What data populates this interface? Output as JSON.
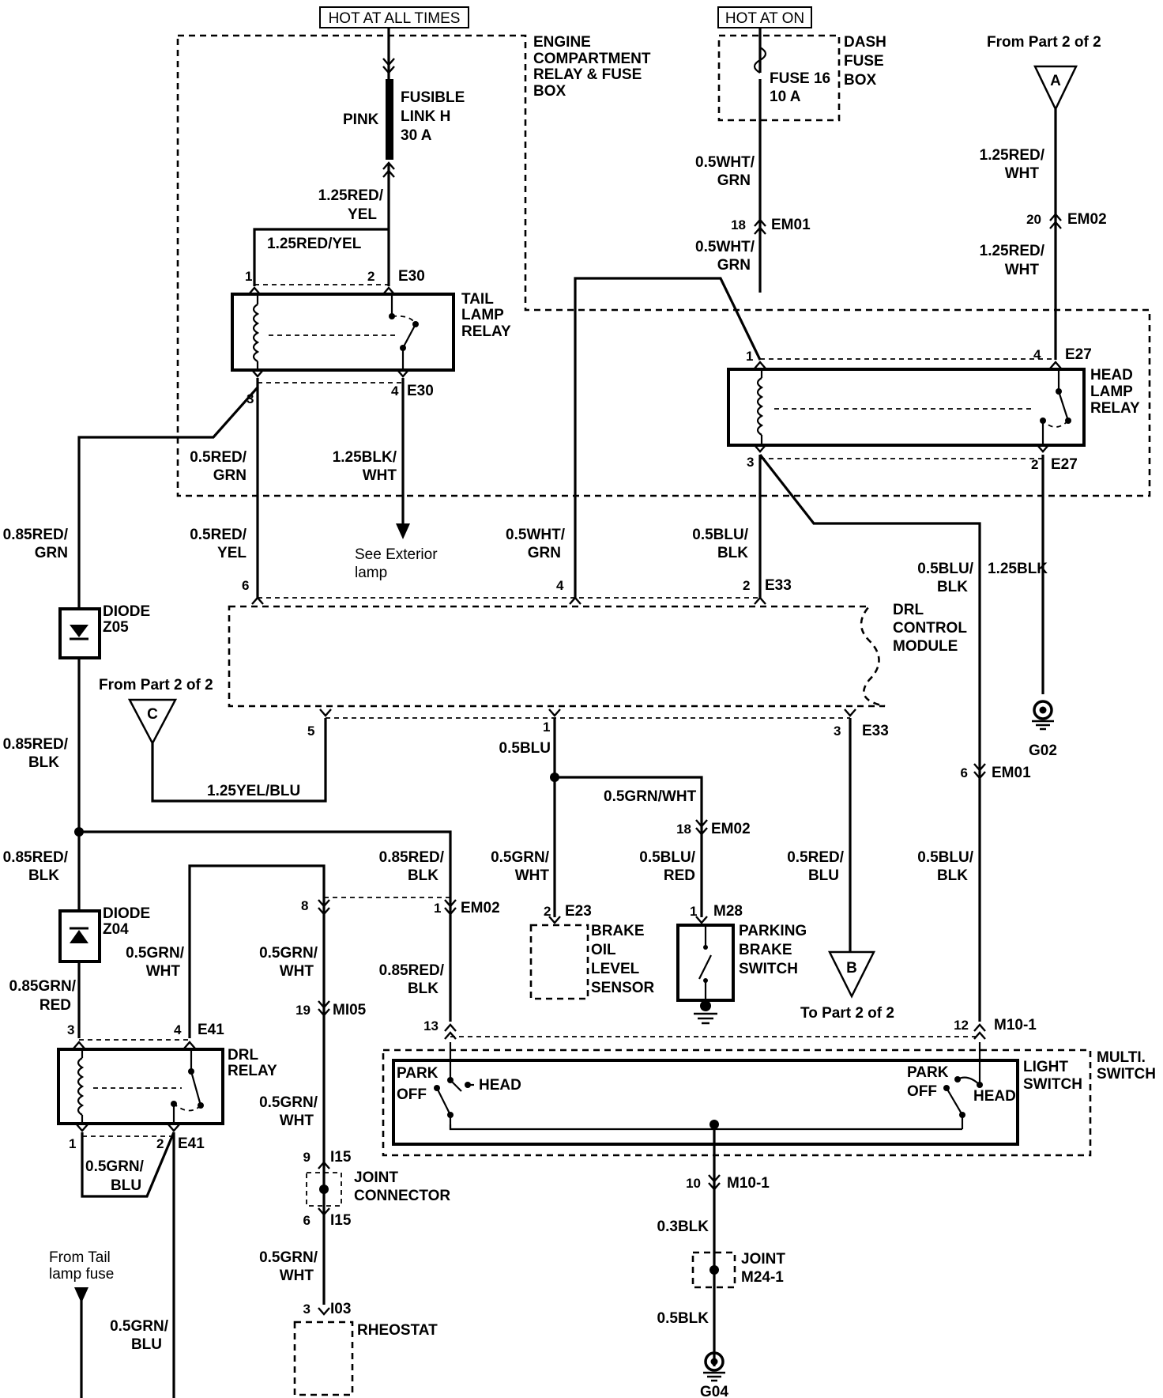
{
  "header": {
    "hot_at_all_times": "HOT AT ALL TIMES",
    "hot_at_on": "HOT AT ON"
  },
  "components": {
    "engine_box": [
      "ENGINE",
      "COMPARTMENT",
      "RELAY & FUSE",
      "BOX"
    ],
    "fusible_link": [
      "FUSIBLE",
      "LINK H",
      "30 A"
    ],
    "pink": "PINK",
    "dash_fuse_box": [
      "DASH",
      "FUSE",
      "BOX"
    ],
    "fuse16": [
      "FUSE 16",
      "10 A"
    ],
    "tail_lamp_relay": [
      "TAIL",
      "LAMP",
      "RELAY"
    ],
    "head_lamp_relay": [
      "HEAD",
      "LAMP",
      "RELAY"
    ],
    "drl_control_module": [
      "DRL",
      "CONTROL",
      "MODULE"
    ],
    "diode_z05": [
      "DIODE",
      "Z05"
    ],
    "diode_z04": [
      "DIODE",
      "Z04"
    ],
    "drl_relay": [
      "DRL",
      "RELAY"
    ],
    "joint_connector": [
      "JOINT",
      "CONNECTOR"
    ],
    "rheostat": "RHEOSTAT",
    "brake_oil_sensor": [
      "BRAKE",
      "OIL",
      "LEVEL",
      "SENSOR"
    ],
    "parking_brake_switch": [
      "PARKING",
      "BRAKE",
      "SWITCH"
    ],
    "multi_switch": [
      "MULTI.",
      "SWITCH"
    ],
    "light_switch": [
      "LIGHT",
      "SWITCH"
    ],
    "joint_m24": [
      "JOINT",
      "M24-1"
    ],
    "switch_labels": {
      "park": "PARK",
      "off": "OFF",
      "head": "HEAD"
    }
  },
  "references": {
    "from_part2_a": "From Part 2 of 2",
    "from_part2_c": "From Part 2 of 2",
    "to_part2_b": "To Part 2 of 2",
    "flag_a": "A",
    "flag_b": "B",
    "flag_c": "C",
    "see_exterior": [
      "See Exterior",
      "lamp"
    ],
    "from_tail_fuse": [
      "From Tail",
      "lamp fuse"
    ]
  },
  "grounds": {
    "g02": "G02",
    "g04": "G04"
  },
  "connectors": {
    "e30": "E30",
    "e27": "E27",
    "em01": "EM01",
    "em02": "EM02",
    "e33": "E33",
    "e23": "E23",
    "m28": "M28",
    "e41": "E41",
    "mi05": "MI05",
    "i15": "I15",
    "i03": "I03",
    "m10_1": "M10-1"
  },
  "pins": {
    "p1": "1",
    "p2": "2",
    "p3": "3",
    "p4": "4",
    "p5": "5",
    "p6": "6",
    "p8": "8",
    "p9": "9",
    "p10": "10",
    "p12": "12",
    "p13": "13",
    "p18": "18",
    "p19": "19",
    "p20": "20"
  },
  "wires": {
    "red_yel_125": [
      "1.25RED/",
      "YEL"
    ],
    "red_yel_125_inline": "1.25RED/YEL",
    "wht_grn_05": [
      "0.5WHT/",
      "GRN"
    ],
    "red_wht_125": [
      "1.25RED/",
      "WHT"
    ],
    "red_grn_05": [
      "0.5RED/",
      "GRN"
    ],
    "blk_wht_125": [
      "1.25BLK/",
      "WHT"
    ],
    "red_grn_085": [
      "0.85RED/",
      "GRN"
    ],
    "red_yel_05": [
      "0.5RED/",
      "YEL"
    ],
    "blu_blk_05": [
      "0.5BLU/",
      "BLK"
    ],
    "blk_125": "1.25BLK",
    "red_blk_085": [
      "0.85RED/",
      "BLK"
    ],
    "yel_blu_125": "1.25YEL/BLU",
    "blu_05": "0.5BLU",
    "grn_wht_05_inline": "0.5GRN/WHT",
    "grn_wht_05": [
      "0.5GRN/",
      "WHT"
    ],
    "blu_red_05": [
      "0.5BLU/",
      "RED"
    ],
    "red_blu_05": [
      "0.5RED/",
      "BLU"
    ],
    "grn_red_085": [
      "0.85GRN/",
      "RED"
    ],
    "grn_blu_05": [
      "0.5GRN/",
      "BLU"
    ],
    "blk_03": "0.3BLK",
    "blk_05": "0.5BLK"
  }
}
